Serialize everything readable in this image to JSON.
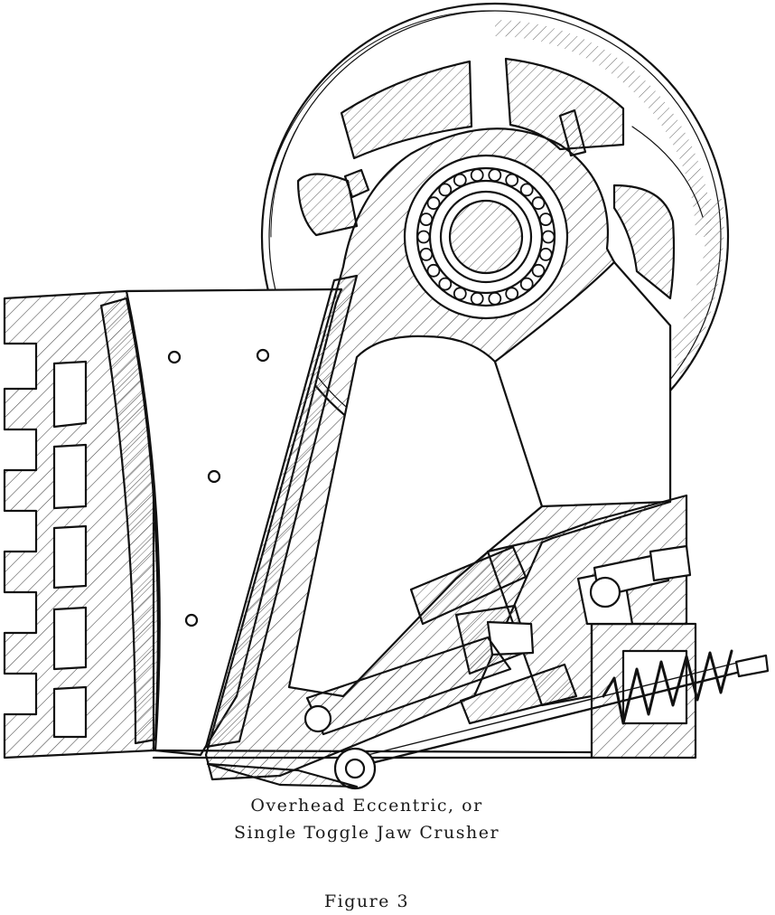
{
  "caption": {
    "line1": "Overhead Eccentric, or",
    "line2": "Single Toggle Jaw  Crusher"
  },
  "figure_label": "Figure 3",
  "colors": {
    "ink": "#111111",
    "hatch": "#444444",
    "paper": "#ffffff"
  }
}
